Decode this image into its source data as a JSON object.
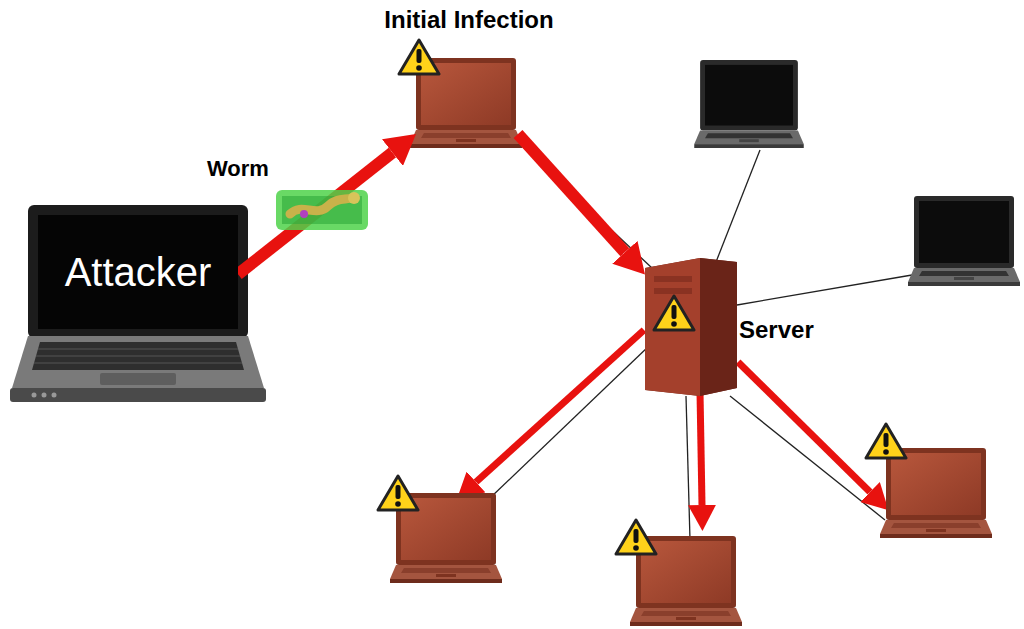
{
  "diagram": {
    "nodes": [
      {
        "text": [
          "Attacker"
        ]
      },
      {
        "text": [
          "Initial Infection"
        ]
      },
      {
        "text": [
          "Server"
        ]
      }
    ],
    "edges": [
      {
        "from": 0,
        "to": 1,
        "arrow": "to",
        "label": "Worm"
      },
      {
        "from": 1,
        "to": 2,
        "arrow": "to"
      }
    ]
  }
}
